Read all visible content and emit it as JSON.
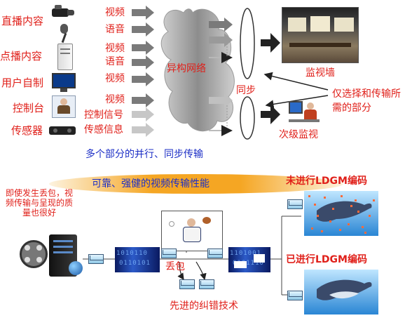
{
  "sources": {
    "live": "直播内容",
    "vod": "点播内容",
    "ugc": "用户自制",
    "console": "控制台",
    "sensor": "传感器"
  },
  "streams": {
    "s1": "视频",
    "s2": "语音",
    "s3": "视频",
    "s4": "语音",
    "s5": "视频",
    "s6": "视频",
    "s7": "控制信号",
    "s8": "传感信息"
  },
  "network_label": "异构网络",
  "sync_label": "同步",
  "monitor_wall_label": "监视墙",
  "secondary_monitor_label": "次级监视",
  "select_note": "仅选择和传输所需的部分",
  "parallel_caption": "多个部分的并行、同步传输",
  "banner_text": "可靠、强健的视频传输性能",
  "loss_note": "即使发生丢包，视频传输与呈现的质量也很好",
  "packet_loss_label": "丢包",
  "fec_label": "先进的纠错技术",
  "without_ldgm": "未进行LDGM编码",
  "with_ldgm": "已进行LDGM编码",
  "colors": {
    "accent_red": "#e0201a",
    "accent_blue": "#1d2fc6",
    "banner_orange": "#f5a623"
  }
}
